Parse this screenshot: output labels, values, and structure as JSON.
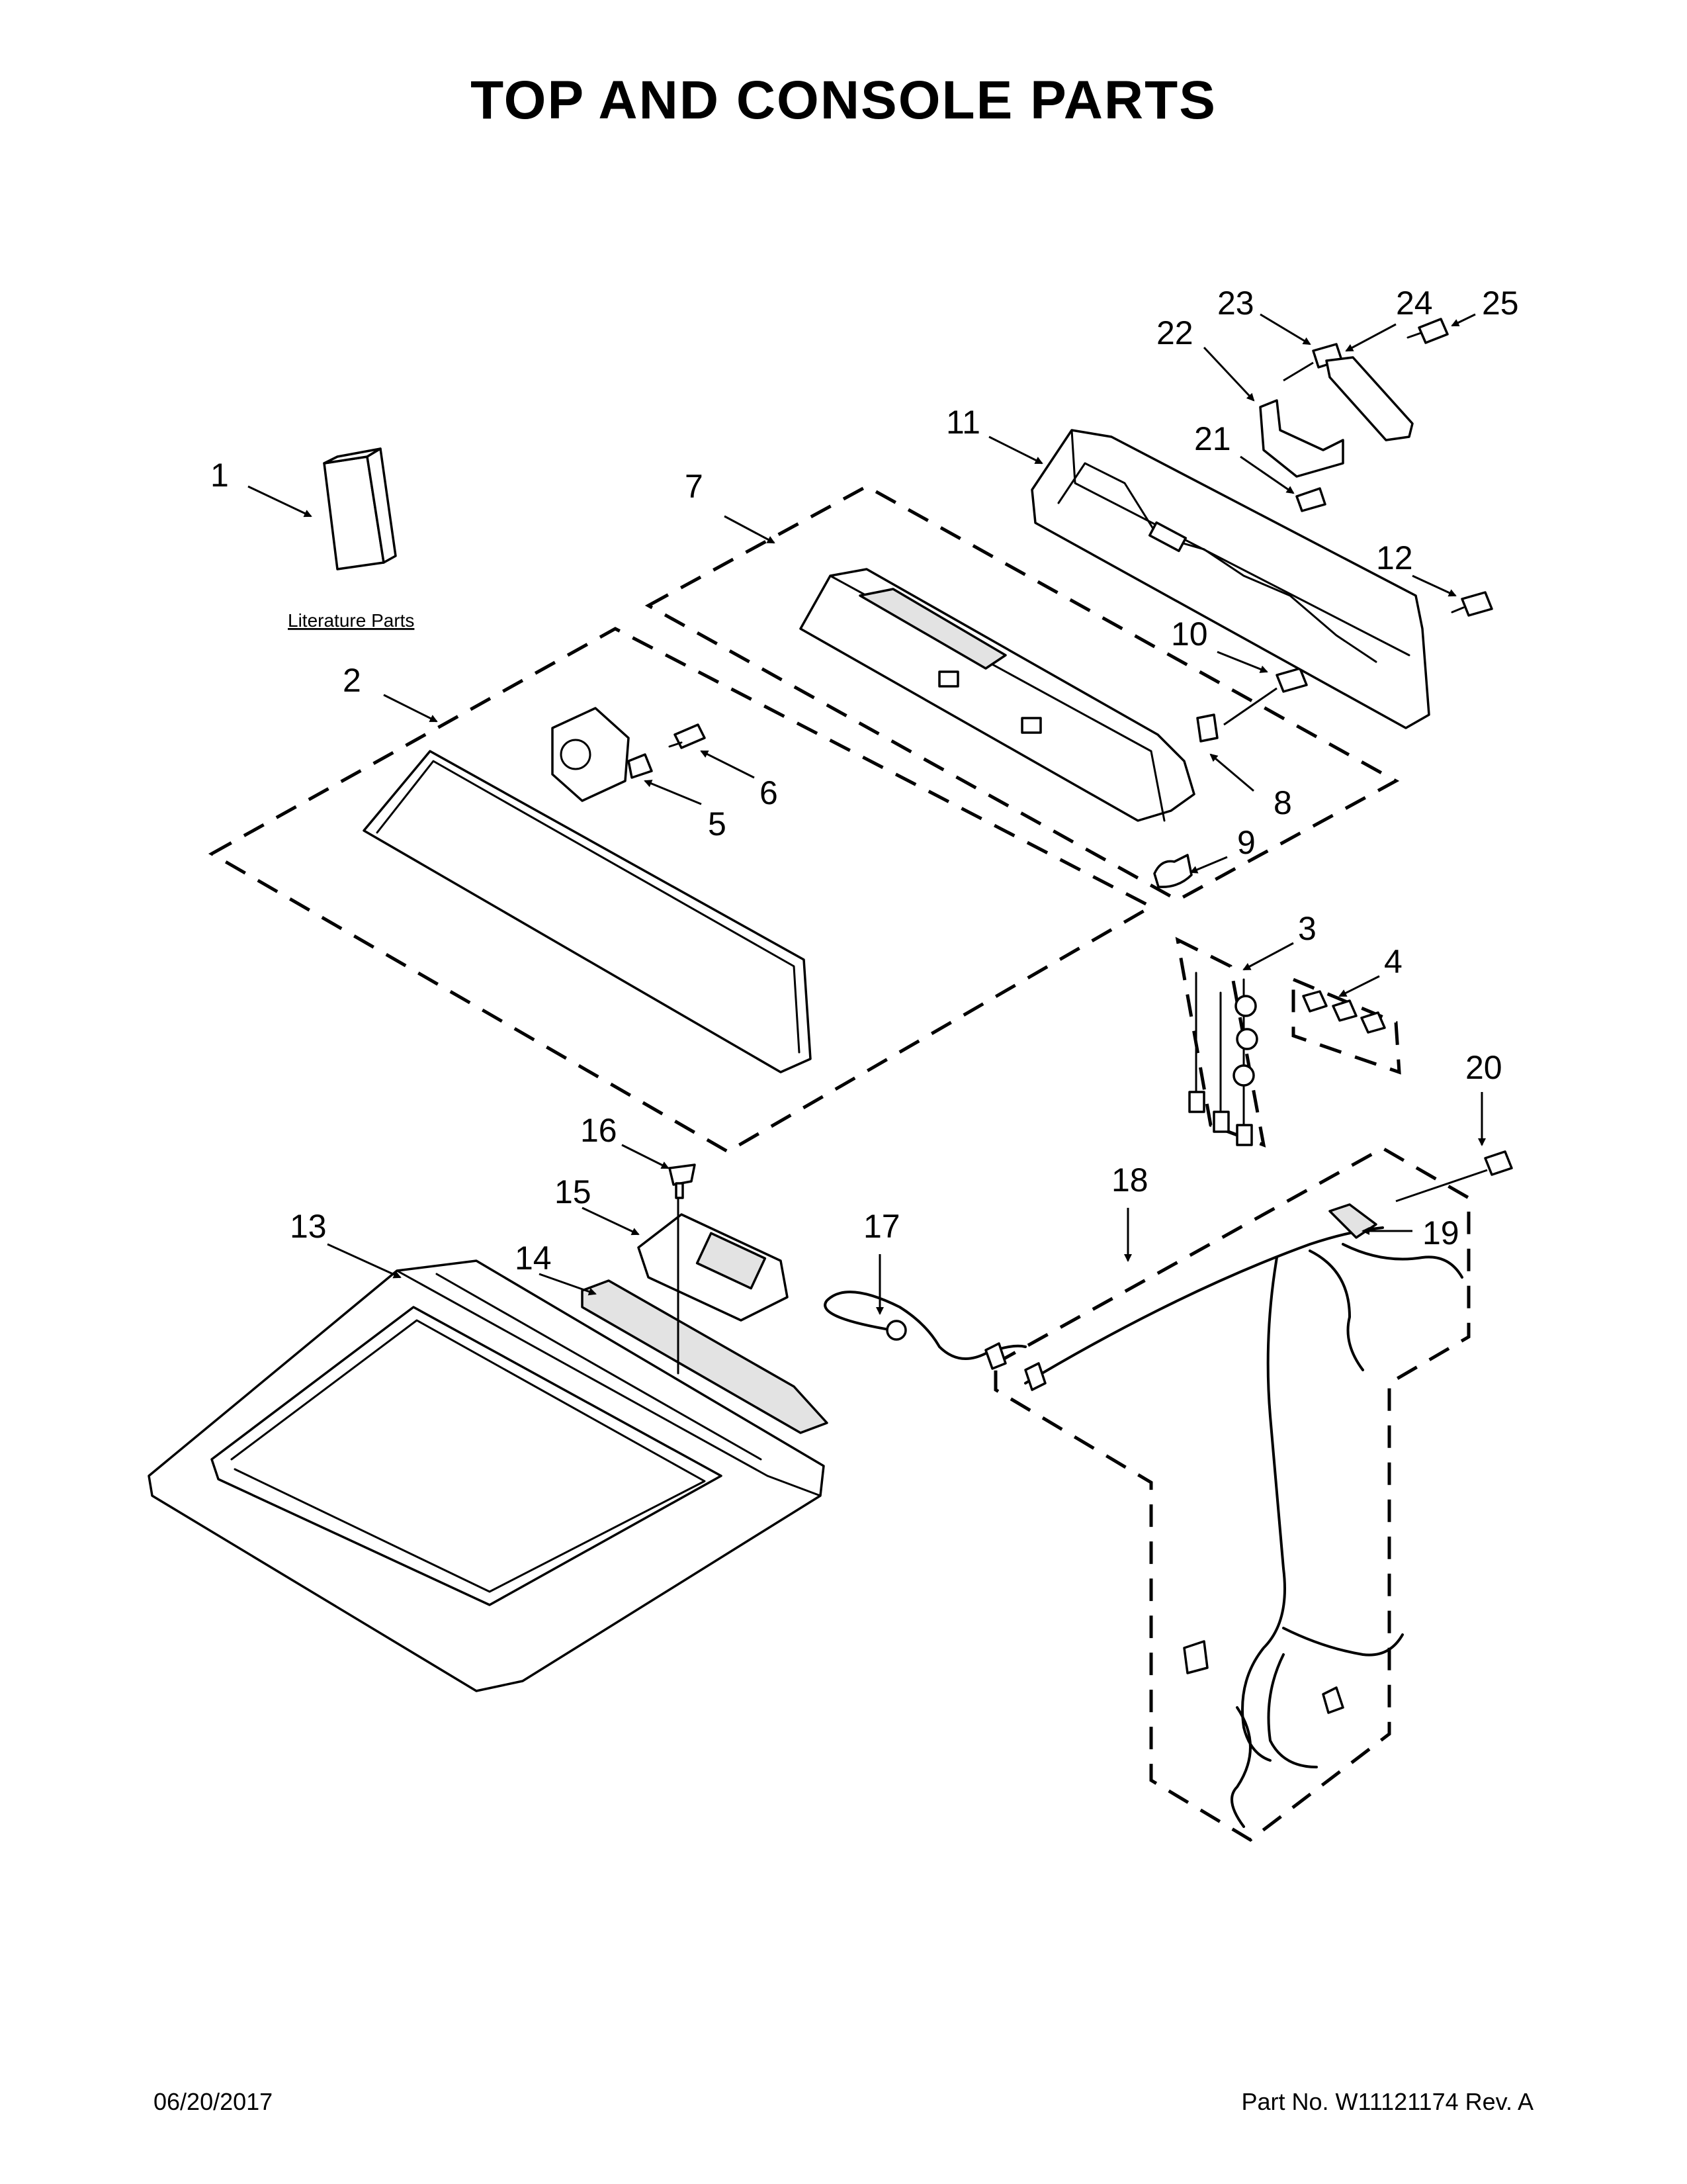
{
  "title": "TOP AND CONSOLE PARTS",
  "literature_label": "Literature Parts",
  "callouts": [
    "1",
    "2",
    "3",
    "4",
    "5",
    "6",
    "7",
    "8",
    "9",
    "10",
    "11",
    "12",
    "13",
    "14",
    "15",
    "16",
    "17",
    "18",
    "19",
    "20",
    "21",
    "22",
    "23",
    "24",
    "25"
  ],
  "footer": {
    "date": "06/20/2017",
    "part_no": "Part No.  W11121174  Rev.  A"
  }
}
